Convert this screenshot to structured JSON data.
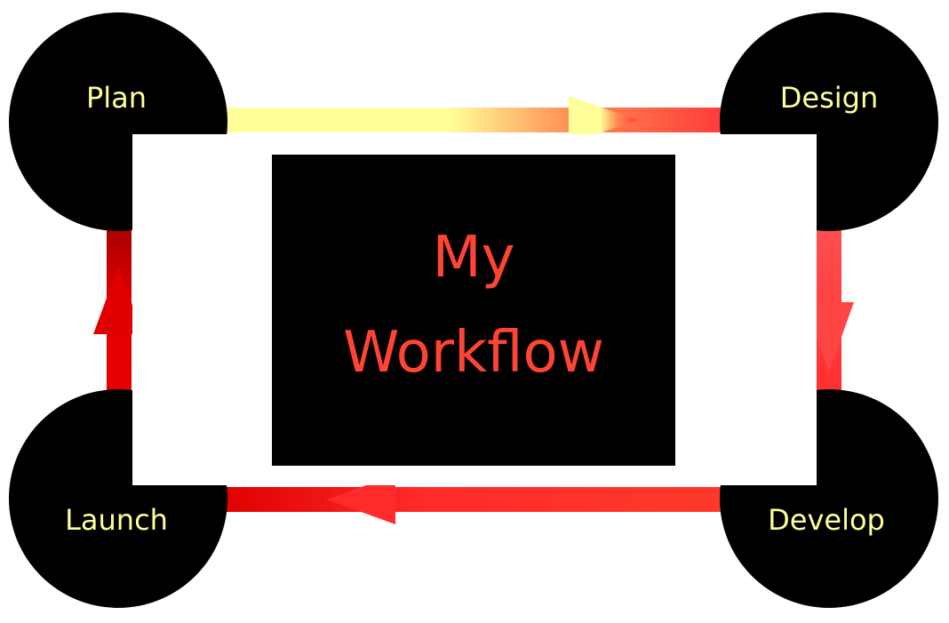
{
  "diagram": {
    "title_line1": "My",
    "title_line2": "Workflow",
    "stages": [
      {
        "id": "plan",
        "label": "Plan"
      },
      {
        "id": "design",
        "label": "Design"
      },
      {
        "id": "develop",
        "label": "Develop"
      },
      {
        "id": "launch",
        "label": "Launch"
      }
    ],
    "flow": [
      "plan",
      "design",
      "develop",
      "launch",
      "plan"
    ]
  },
  "colors": {
    "node_fill": "#000000",
    "label_text": "#ffff99",
    "title_text": "#ff4433",
    "center_box": "#000000",
    "frame": "#ffffff",
    "arrow_plan_design": [
      "#ffff99",
      "#ffa050",
      "#ff4040"
    ],
    "arrow_design_develop": [
      "#ff5050",
      "#ff2a2a"
    ],
    "arrow_develop_launch": [
      "#ff3a2a",
      "#e00000"
    ],
    "arrow_launch_plan": [
      "#e00000",
      "#b00000"
    ]
  }
}
